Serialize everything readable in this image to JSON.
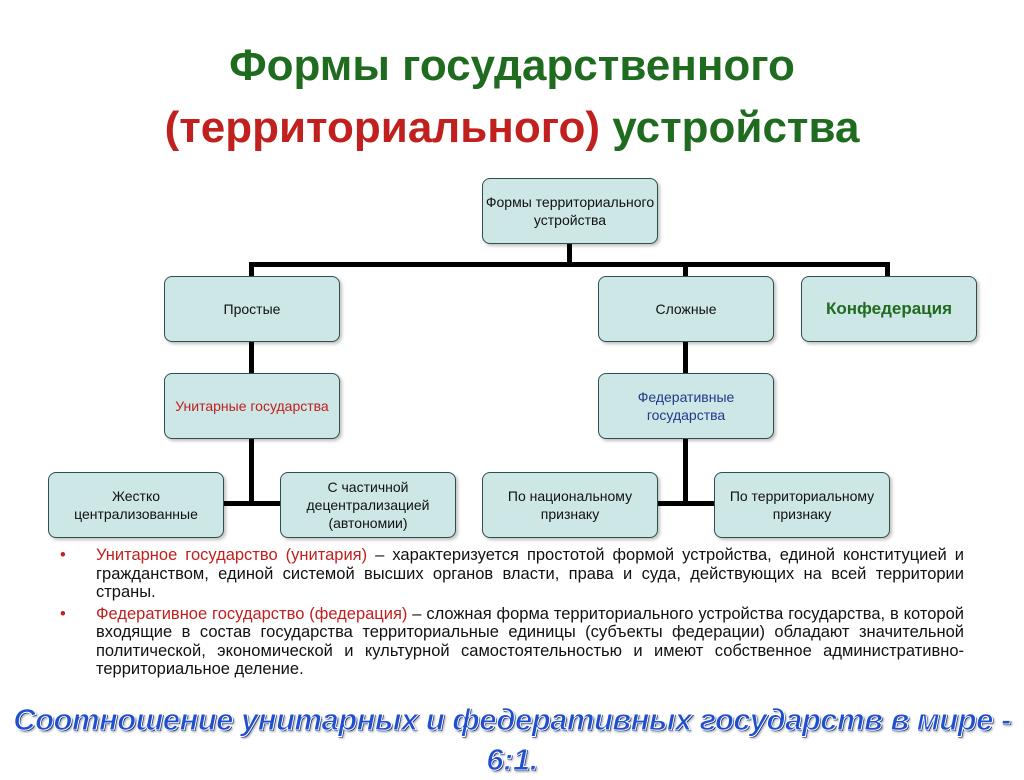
{
  "title": {
    "line1": "Формы государственного",
    "line2_red": "(территориального)",
    "line2_green": " устройства"
  },
  "diagram": {
    "root": "Формы территориального устройства",
    "simple": "Простые",
    "complex": "Сложные",
    "confederation": "Конфедерация",
    "unitary": "Унитарные государства",
    "federative": "Федеративные государства",
    "centralized": "Жестко централизованные",
    "partial_decentral": "С частичной децентрализацией (автономии)",
    "national": "По национальному признаку",
    "territorial": "По территориальному признаку"
  },
  "colors": {
    "title_green": "#1f6b1f",
    "accent_red": "#c0201e",
    "accent_blue": "#1f3b8a",
    "box_fill": "#cde6e6",
    "ratio_blue": "#1f4fcf"
  },
  "definitions": {
    "unitary_term": "Унитарное государство (унитария)",
    "unitary_text": " – характеризуется простотой формой устройства, единой конституцией и гражданством, единой системой высших органов власти, права и суда, действующих на всей территории страны.",
    "federative_term": "Федеративное государство (федерация)",
    "federative_text": " – сложная форма территориального устройства государства, в которой входящие в состав государства территориальные единицы (субъекты федерации) обладают значительной политической, экономической и культурной самостоятельностью и имеют собственное административно-территориальное деление."
  },
  "ratio_note": "Соотношение унитарных и федеративных государств в мире - 6:1."
}
